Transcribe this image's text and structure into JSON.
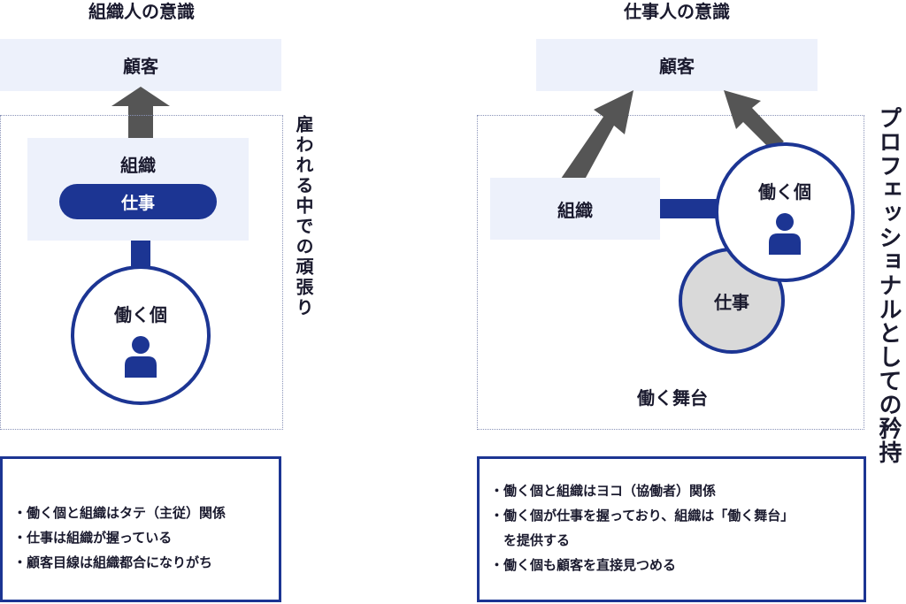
{
  "left": {
    "title": "組織人の意識",
    "customer": "顧客",
    "organization": "組織",
    "job": "仕事",
    "individual": "働く個",
    "side_label": "雇われる中での頑張り",
    "bullets": [
      "・働く個と組織はタテ（主従）関係",
      "・仕事は組織が握っている",
      "・顧客目線は組織都合になりがち"
    ]
  },
  "right": {
    "title": "仕事人の意識",
    "customer": "顧客",
    "organization": "組織",
    "individual": "働く個",
    "job": "仕事",
    "stage": "働く舞台",
    "side_label": "プロフェッショナルとしての矜持",
    "bullets": [
      "・働く個と組織はヨコ（協働者）関係",
      "・働く個が仕事を握っており、組織は「働く舞台」",
      "　を提供する",
      "・働く個も顧客を直接見つめる"
    ]
  },
  "colors": {
    "navy": "#1c3593",
    "light_box": "#edf1fb",
    "arrow": "#555555",
    "job_circle": "#d9d9d9"
  }
}
